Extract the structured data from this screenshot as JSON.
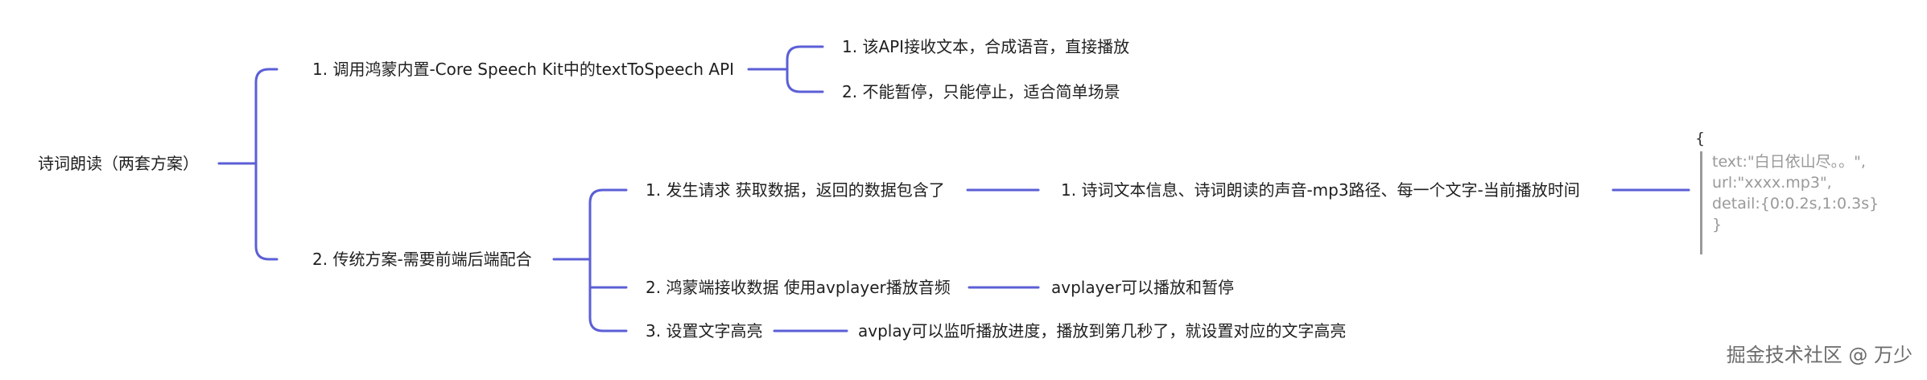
{
  "root": {
    "label": "诗词朗读（两套方案）"
  },
  "branch1": {
    "label": "1. 调用鸿蒙内置-Core Speech Kit中的textToSpeech API",
    "children": [
      "1. 该API接收文本，合成语音，直接播放",
      "2. 不能暂停，只能停止，适合简单场景"
    ]
  },
  "branch2": {
    "label": "2. 传统方案-需要前端后端配合",
    "children": [
      {
        "label": "1. 发生请求 获取数据，返回的数据包含了",
        "detail": "1. 诗词文本信息、诗词朗读的声音-mp3路径、每一个文字-当前播放时间"
      },
      {
        "label": "2. 鸿蒙端接收数据 使用avplayer播放音频",
        "detail": "avplayer可以播放和暂停"
      },
      {
        "label": "3. 设置文字高亮",
        "detail": "avplay可以监听播放进度，播放到第几秒了，就设置对应的文字高亮"
      }
    ]
  },
  "code": {
    "open": "{",
    "lines": [
      "text:\"白日依山尽。。\",",
      "url:\"xxxx.mp3\",",
      "detail:{0:0.2s,1:0.3s}"
    ],
    "close": "}"
  },
  "watermark": "掘金技术社区 @ 万少",
  "colors": {
    "connector": "#5b5fd6",
    "code_bar": "#9a9a9a"
  }
}
